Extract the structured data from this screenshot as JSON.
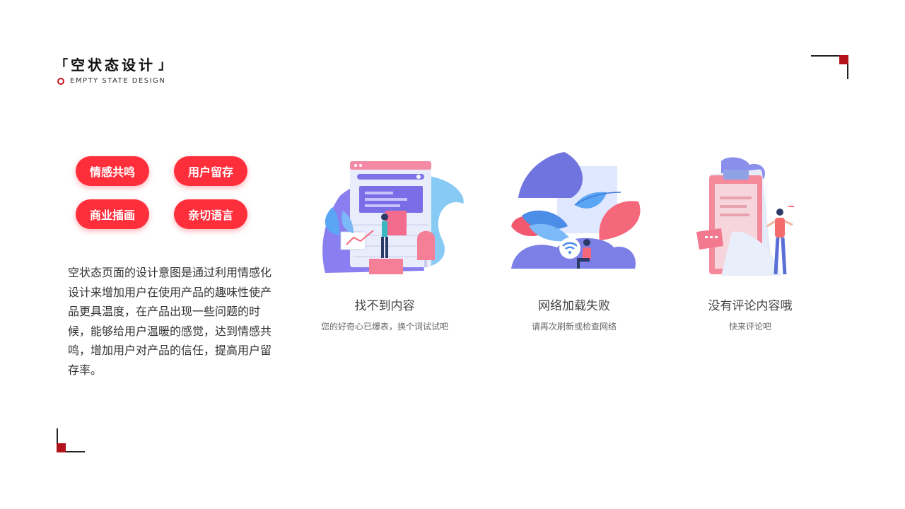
{
  "header": {
    "bracket_open": "「",
    "title": "空状态设计",
    "bracket_close": "」",
    "subtitle": "EMPTY STATE DESIGN"
  },
  "tags": [
    "情感共鸣",
    "用户留存",
    "商业插画",
    "亲切语言"
  ],
  "description": "空状态页面的设计意图是通过利用情感化设计来增加用户在使用产品的趣味性使产品更具温度，在产品出现一些问题的时候，能够给用户温暖的感觉，达到情感共鸣，增加用户对产品的信任，提高用户留存率。",
  "cards": [
    {
      "title": "找不到内容",
      "subtitle": "您的好奇心已爆表，换个词试试吧",
      "icon": "search-not-found-illustration"
    },
    {
      "title": "网络加载失败",
      "subtitle": "请再次刷新或检查网络",
      "icon": "network-failure-illustration"
    },
    {
      "title": "没有评论内容哦",
      "subtitle": "快来评论吧",
      "icon": "no-comments-illustration"
    }
  ],
  "colors": {
    "accent_red": "#ff2e3b",
    "corner_red": "#b3131b",
    "illus_purple": "#7b7fe6",
    "illus_blue": "#5aa6f5",
    "illus_pink": "#f5677b"
  }
}
